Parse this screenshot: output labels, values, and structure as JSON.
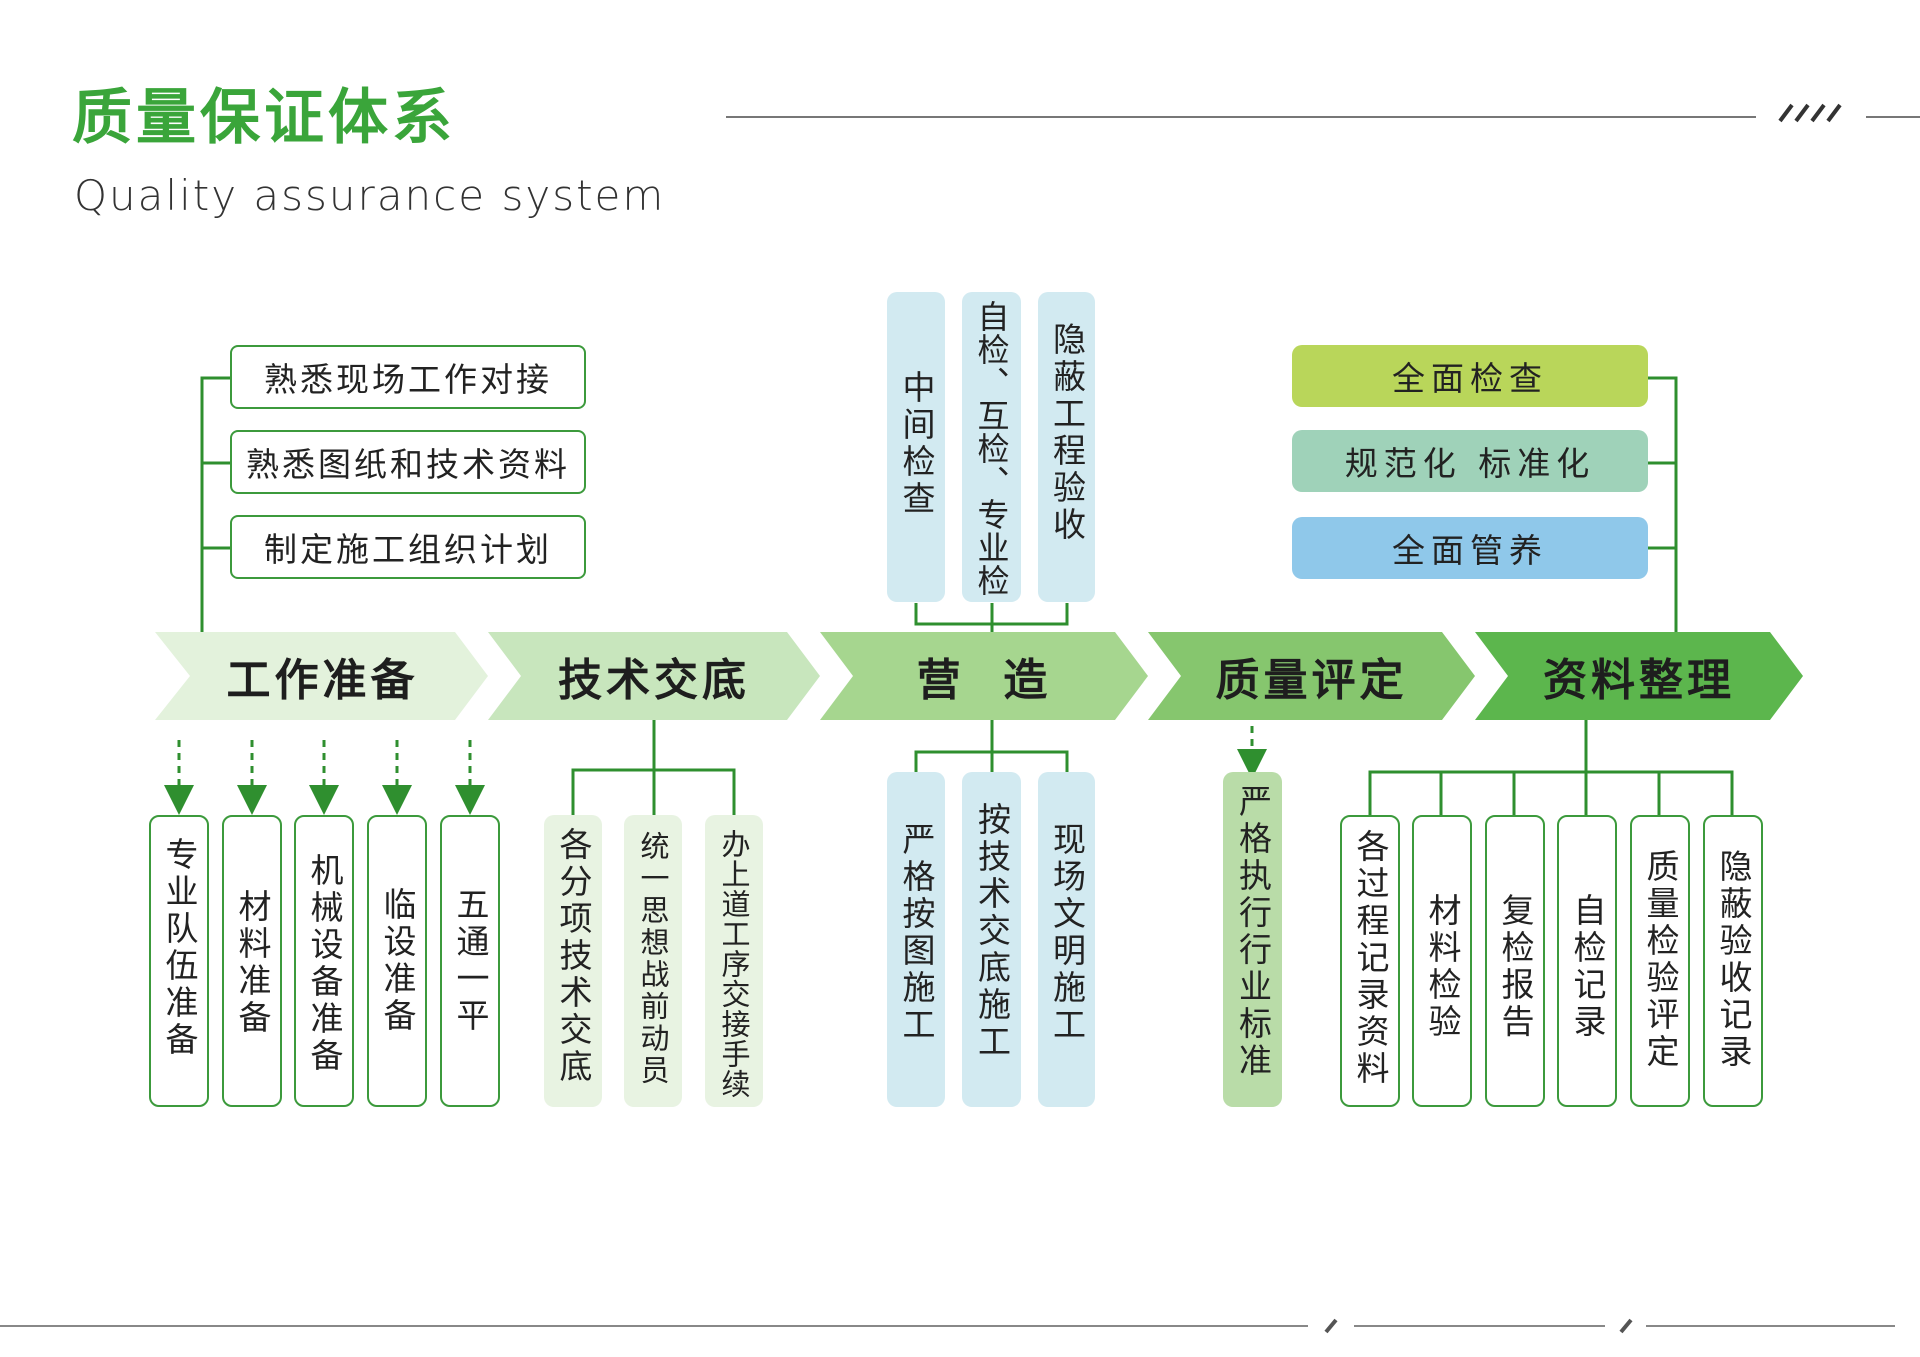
{
  "header": {
    "title_cn": "质量保证体系",
    "title_en": "Quality assurance system",
    "deco_slashes": "////"
  },
  "stages": [
    {
      "label": "工作准备",
      "color": "#e3f2dc"
    },
    {
      "label": "技术交底",
      "color": "#c8e6bd"
    },
    {
      "label": "营  造",
      "color": "#a6d68f"
    },
    {
      "label": "质量评定",
      "color": "#86c66e"
    },
    {
      "label": "资料整理",
      "color": "#5cb64d"
    }
  ],
  "prep_tasks": [
    "熟悉现场工作对接",
    "熟悉图纸和技术资料",
    "制定施工组织计划"
  ],
  "prep_items": [
    "专业队伍准备",
    "材料准备",
    "机械设备准备",
    "临设准备",
    "五通一平"
  ],
  "tech_items": [
    "各分项技术交底",
    "统一思想战前动员",
    "办上道工序交接手续"
  ],
  "build_checks": [
    "中间检查",
    "自检、互检、专业检",
    "隐蔽工程验收"
  ],
  "build_items": [
    "严格按图施工",
    "按技术交底施工",
    "现场文明施工"
  ],
  "quality_items": [
    "严格执行行业标准"
  ],
  "docs_goals": [
    {
      "label": "全面检查",
      "color": "#b9d65a"
    },
    {
      "label": "规范化 标准化",
      "color": "#9fd2b9"
    },
    {
      "label": "全面管养",
      "color": "#8fc8ea"
    }
  ],
  "docs_items": [
    "各过程记录资料",
    "材料检验",
    "复检报告",
    "自检记录",
    "质量检验评定",
    "隐蔽验收记录"
  ],
  "colors": {
    "accent_green": "#3aa53a",
    "line_green": "#2f8f2f",
    "light_blue": "#d2eaf1",
    "pale_green": "#e8f3e2",
    "quality_green": "#b9dca8"
  }
}
